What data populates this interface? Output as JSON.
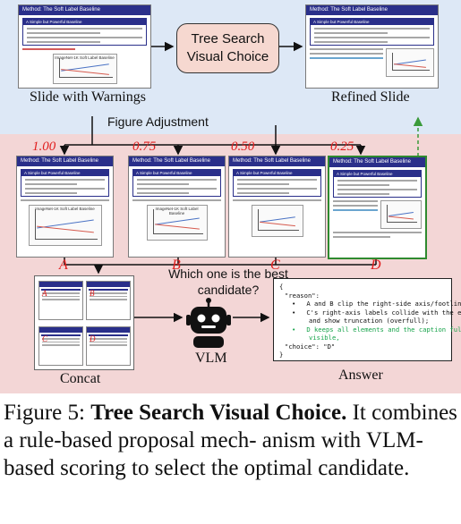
{
  "top": {
    "slide_left_label": "Slide with Warnings",
    "slide_right_label": "Refined Slide",
    "center_box": [
      "Tree Search",
      "Visual Choice"
    ]
  },
  "slide_text": {
    "header": "Method: The Soft Label Baseline",
    "box_title": "A Simple but Powerful Baseline",
    "fig_title": "ImageNet-1K Soft Label Baseline"
  },
  "adjustment_label": "Figure Adjustment",
  "candidates": [
    {
      "ratio": "1.00",
      "letter": "A"
    },
    {
      "ratio": "0.75",
      "letter": "B"
    },
    {
      "ratio": "0.50",
      "letter": "C"
    },
    {
      "ratio": "0.25",
      "letter": "D"
    }
  ],
  "question": [
    "Which one is the best",
    "candidate?"
  ],
  "concat_label": "Concat",
  "vlm_label": "VLM",
  "answer_label": "Answer",
  "answer": {
    "open": "{",
    "reason_key": "\"reason\":",
    "bullets": [
      "A and B clip the right-side axis/footline;",
      "C's right-axis labels collide with the edge",
      "and show truncation (overfull);",
      "D keeps all elements and the caption fully",
      "visible,"
    ],
    "choice": "\"choice\": \"D\"",
    "close": "}"
  },
  "caption": {
    "prefix": "Figure 5: ",
    "bold": "Tree Search Visual Choice.",
    "rest": "It combines a rule-based proposal mech- anism with VLM-based scoring to select the optimal candidate."
  },
  "colors": {
    "accent_red": "#e11f1f",
    "green": "#16a34a",
    "slide_header": "#2a2f8a"
  }
}
